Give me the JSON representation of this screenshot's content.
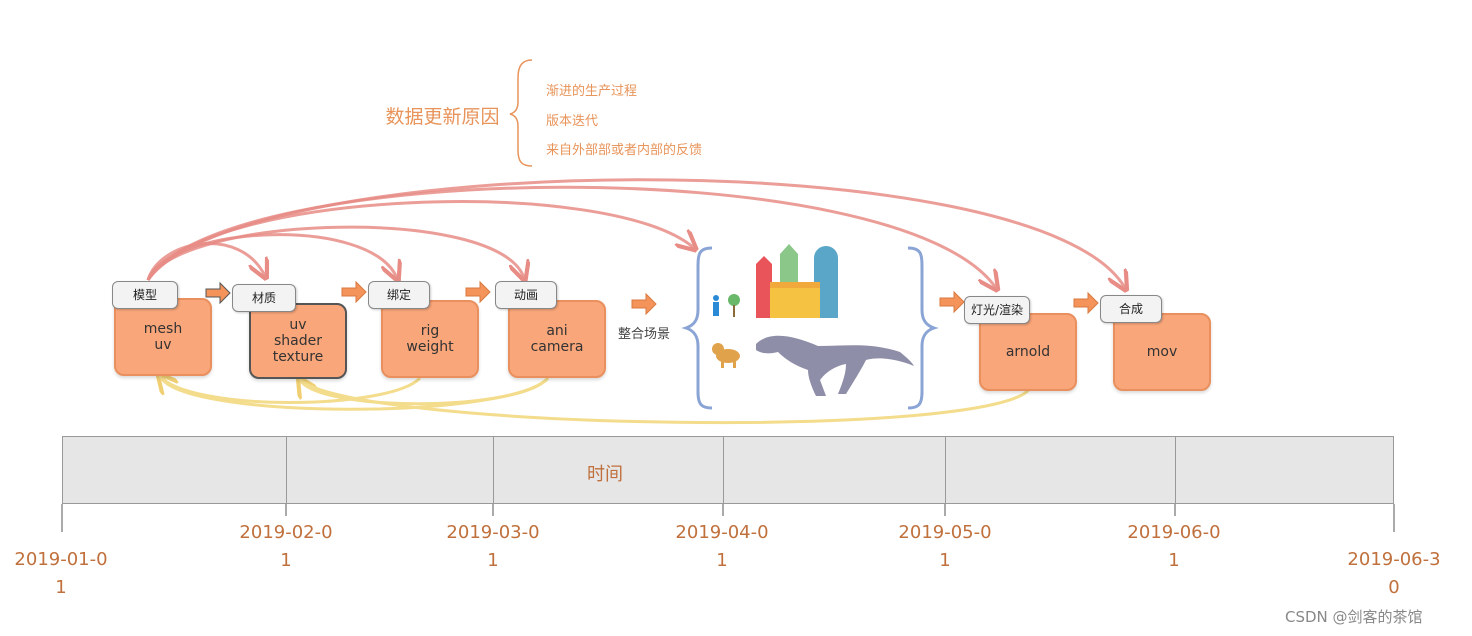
{
  "reason": {
    "title": "数据更新原因",
    "items": [
      "渐进的生产过程",
      "版本迭代",
      "来自外部部或者内部的反馈"
    ]
  },
  "stages": [
    {
      "label": "模型",
      "content": [
        "mesh",
        "uv"
      ]
    },
    {
      "label": "材质",
      "content": [
        "uv",
        "shader",
        "texture"
      ]
    },
    {
      "label": "绑定",
      "content": [
        "rig",
        "weight"
      ]
    },
    {
      "label": "动画",
      "content": [
        "ani",
        "camera"
      ]
    },
    {
      "label": "灯光/渲染",
      "content": [
        "arnold"
      ]
    },
    {
      "label": "合成",
      "content": [
        "mov"
      ]
    }
  ],
  "integrate_label": "整合场景",
  "timeline": {
    "label": "时间",
    "dates": [
      {
        "line1": "2019-01-0",
        "line2": "1"
      },
      {
        "line1": "2019-02-0",
        "line2": "1"
      },
      {
        "line1": "2019-03-0",
        "line2": "1"
      },
      {
        "line1": "2019-04-0",
        "line2": "1"
      },
      {
        "line1": "2019-05-0",
        "line2": "1"
      },
      {
        "line1": "2019-06-0",
        "line2": "1"
      },
      {
        "line1": "2019-06-3",
        "line2": "0"
      }
    ]
  },
  "watermark": "CSDN @剑客的茶馆",
  "colors": {
    "accent_orange": "#f9a67a",
    "arrow_orange": "#f4935a",
    "feedback_red": "#e88c86",
    "feedback_yellow": "#f3dc8c",
    "brace_blue": "#8aa4d6",
    "label_text": "#c0703c"
  }
}
